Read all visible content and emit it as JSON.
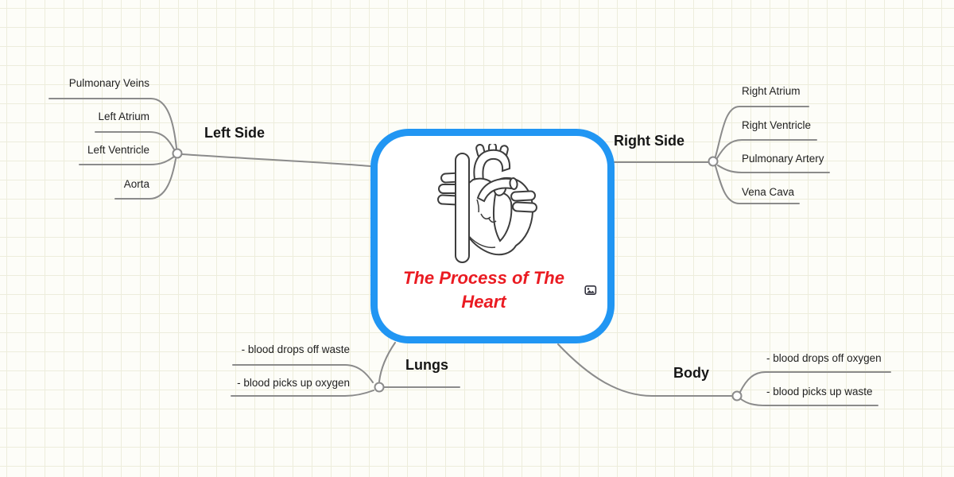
{
  "central_topic": {
    "title": "The Process of The Heart",
    "title_color": "#ea1b22",
    "border_color": "#2196f3",
    "image_badge": "image-icon"
  },
  "topics": {
    "left_side": {
      "label": "Left Side",
      "subtopics": [
        "Pulmonary Veins",
        "Left Atrium",
        "Left Ventricle",
        "Aorta"
      ]
    },
    "right_side": {
      "label": "Right Side",
      "subtopics": [
        "Right Atrium",
        "Right Ventricle",
        "Pulmonary Artery",
        "Vena Cava"
      ]
    },
    "lungs": {
      "label": "Lungs",
      "subtopics": [
        "- blood drops off waste",
        "- blood picks up oxygen"
      ]
    },
    "body": {
      "label": "Body",
      "subtopics": [
        "- blood drops off oxygen",
        "- blood picks up waste"
      ]
    }
  },
  "colors": {
    "connector": "#8b8b8b",
    "grid": "#ededdc",
    "background": "#fdfdf8",
    "text": "#161616"
  }
}
